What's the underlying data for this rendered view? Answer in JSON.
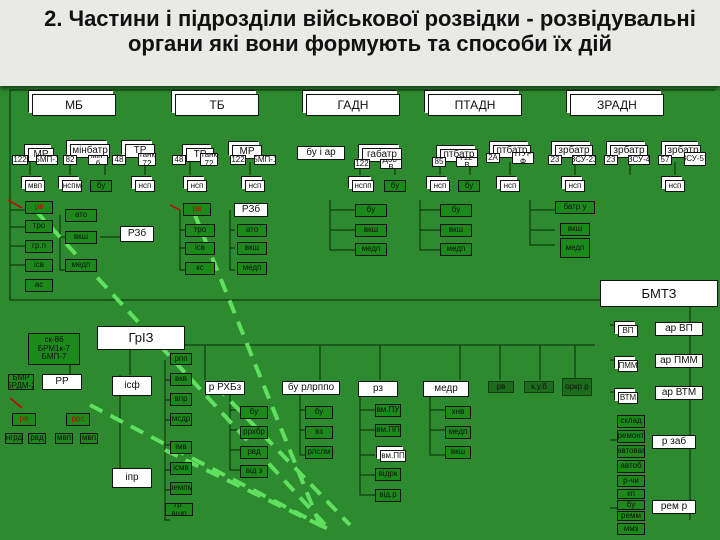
{
  "title": "2. Частини і підрозділи військової розвідки - розвідувальні органи які вони формують та способи їх дій",
  "units": {
    "mb": "МБ",
    "tb": "ТБ",
    "gadn": "ГАДН",
    "ptadn": "ПТАДН",
    "zradn": "ЗРАДН",
    "mr_mb": "МР",
    "minbatr": "мінбатр",
    "tr_mb": "ТР",
    "tr_tb": "ТР",
    "mr_tb": "МР",
    "bu_ar": "бу і ар",
    "gabatr": "габатр",
    "ptbatr1": "птбатр",
    "ptbatr2": "птбатр",
    "zrbatr1": "зрбатр",
    "zrbatr2": "зрбатр",
    "zrbatr3": "зрбатр"
  },
  "small_labels": {
    "s_122": "122",
    "s_bmp1": "БМП-1",
    "s_82a": "82",
    "s_min": "мін-б",
    "s_48a": "48",
    "s_tank1": "танк 72",
    "s_48b": "48",
    "s_tank2": "танк 72",
    "s_122b": "122",
    "s_bmp2": "БМП-1",
    "s_gab1": "122",
    "s_gab2": "Д30-В",
    "s_pt1": "85",
    "s_pt2": "Т12-В",
    "s_pt3": "2А",
    "s_pt4": "ПТУР-Ф",
    "s_zr1": "23",
    "s_zr2": "ЗСУ-23",
    "s_zr3": "23",
    "s_zr4": "ЗСУ-4",
    "s_zr5": "57",
    "s_zr6": "ЗСУ-57"
  },
  "row3": {
    "r1": "мвп",
    "r2": "нспм",
    "r3": "бу",
    "r4": "нсп",
    "r5": "нсп",
    "r6": "нсп",
    "r7": "нспп",
    "r8": "бу",
    "r9": "нсп",
    "r10": "бу",
    "r11": "нсп",
    "r12": "нсп",
    "r13": "нсп"
  },
  "groups": {
    "rv_mb": "рв",
    "tro_mb": "тро",
    "grp_mb": "гр.п",
    "isv_mb": "ісв",
    "ato_mb": "ато",
    "vvs_mb": "вкш",
    "medp_mb": "медп",
    "rzb_mb": "РЗб",
    "rv_tb": "рв",
    "tro_tb": "тро",
    "isv_tb": "ісв",
    "ks_tb": "кс",
    "rzb_tb": "РЗб",
    "ato_tb": "ато",
    "vvs_tb": "вкш",
    "medp_tb": "медп",
    "bu_g1": "бу",
    "vvs_g": "вкш",
    "medp_g": "медп",
    "bu_p1": "бу",
    "vvs_p": "вкш",
    "medp_p": "медп",
    "batr_u": "батр у",
    "vvs_z": "вкш",
    "medp_z": "медп",
    "as_row": "ас"
  },
  "bmtz": {
    "title": "БМТЗ",
    "ar_vp": "ар ВП",
    "ar_pmm": "ар ПММ",
    "ar_vtm": "ар ВТМ",
    "rzab": "р заб",
    "remr": "рем р",
    "s1": "ВП",
    "s2": "ПММ",
    "s3": "ВТМ",
    "c1": "склад",
    "c2": "ремонт",
    "c3": "автоваг",
    "c4": "автоб",
    "c5": "р-чи",
    "c6": "кп",
    "c7": "бу",
    "c8": "ремм",
    "c9": "ммз"
  },
  "griz": {
    "title": "ГрІЗ",
    "vehicles": "ск-86 БРМ1к-7 БМП-7",
    "bmr": "БМР БРДМ-2",
    "rr": "РР",
    "rv_g": "рв",
    "rrs": "ррс",
    "sub1": "нгрд",
    "sub2": "рвд",
    "sub3": "мвп",
    "sub4": "мвп",
    "top_small": "рпп",
    "isr": "ісф",
    "npr": "іпр",
    "a1": "вкв",
    "a2": "впр",
    "a3": "мсдр",
    "a4": "імв",
    "a5": "ісмв",
    "a6": "ремпм",
    "a7": "гр. вшр",
    "rhbz": "р РХБз",
    "r1": "бу",
    "r2": "ррхбр",
    "r3": "рвд",
    "r4": "від з",
    "bu_ryrppo": "бу рлрппо",
    "b1": "бу",
    "b2": "вз",
    "b3": "рлслм",
    "rz": "рз",
    "z1": "вм.ПУ",
    "z2": "вм.ПП",
    "z3": "вм.ПП",
    "z4": "відрк",
    "z5": "від.р",
    "medr": "медр",
    "m1": "хнв",
    "m2": "медп",
    "m3": "вкш",
    "rr2": "рв",
    "kbu": "к.у.б",
    "orkr": "оркр р"
  }
}
